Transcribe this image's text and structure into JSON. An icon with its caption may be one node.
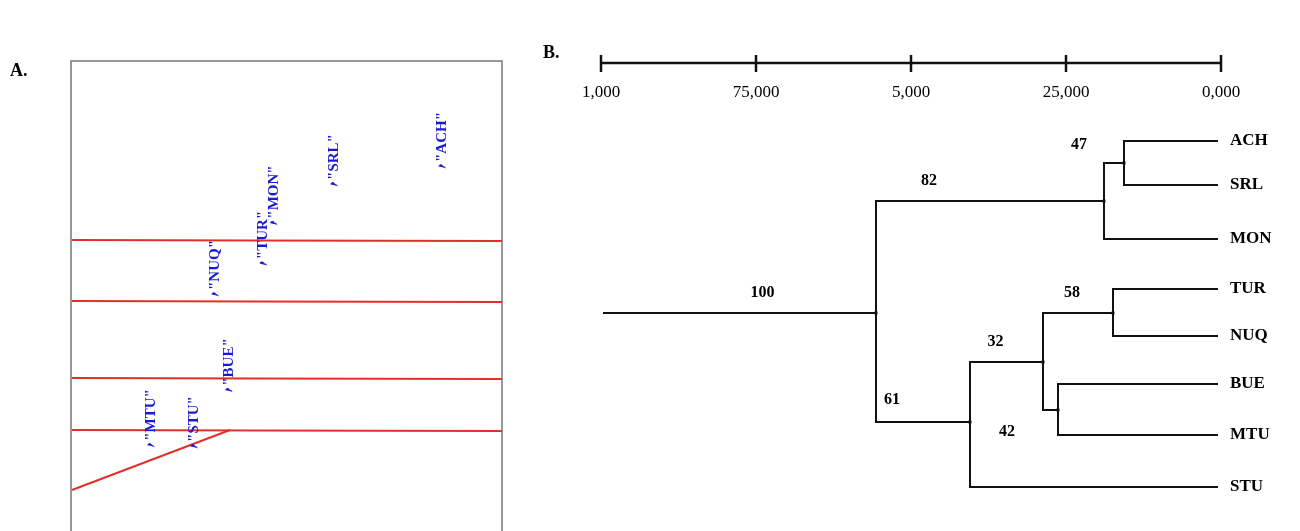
{
  "diagram": {
    "nodes": [
      {
        "text": [
          "ACH"
        ]
      },
      {
        "text": [
          "SRL"
        ]
      },
      {
        "text": [
          "MON"
        ]
      },
      {
        "text": [
          "TUR"
        ]
      },
      {
        "text": [
          "NUQ"
        ]
      },
      {
        "text": [
          "BUE"
        ]
      },
      {
        "text": [
          "MTU"
        ]
      },
      {
        "text": [
          "STU"
        ]
      },
      {
        "text": [],
        "shape": "point"
      },
      {
        "text": [],
        "shape": "point"
      },
      {
        "text": [],
        "shape": "point"
      },
      {
        "text": [],
        "shape": "point"
      },
      {
        "text": [],
        "shape": "point"
      },
      {
        "text": [],
        "shape": "point"
      },
      {
        "text": [],
        "shape": "point"
      }
    ],
    "edges": [
      {
        "from": null,
        "to": 8,
        "arrow": "none",
        "label": "100"
      },
      {
        "from": 8,
        "to": 9,
        "arrow": "none",
        "label": "82"
      },
      {
        "from": 9,
        "to": 10,
        "arrow": "none",
        "label": "47"
      },
      {
        "from": 10,
        "to": 0,
        "arrow": "none"
      },
      {
        "from": 10,
        "to": 1,
        "arrow": "none"
      },
      {
        "from": 9,
        "to": 2,
        "arrow": "none"
      },
      {
        "from": 8,
        "to": 11,
        "arrow": "none",
        "label": "61"
      },
      {
        "from": 11,
        "to": 12,
        "arrow": "none",
        "label": "32"
      },
      {
        "from": 12,
        "to": 13,
        "arrow": "none",
        "label": "58"
      },
      {
        "from": 13,
        "to": 3,
        "arrow": "none"
      },
      {
        "from": 13,
        "to": 4,
        "arrow": "none"
      },
      {
        "from": 12,
        "to": 14,
        "arrow": "none",
        "label": "42"
      },
      {
        "from": 14,
        "to": 5,
        "arrow": "none"
      },
      {
        "from": 14,
        "to": 6,
        "arrow": "none"
      },
      {
        "from": 11,
        "to": 7,
        "arrow": "none"
      }
    ],
    "labels": [
      "A.",
      "B.",
      "\"ACH\"",
      "\"SRL\"",
      "\"MON\"",
      "\"TUR\"",
      "\"NUQ\"",
      "\"BUE\"",
      "\"MTU\"",
      "\"STU\"",
      "1,000",
      "75,000",
      "5,000",
      "25,000",
      "0,000"
    ]
  }
}
